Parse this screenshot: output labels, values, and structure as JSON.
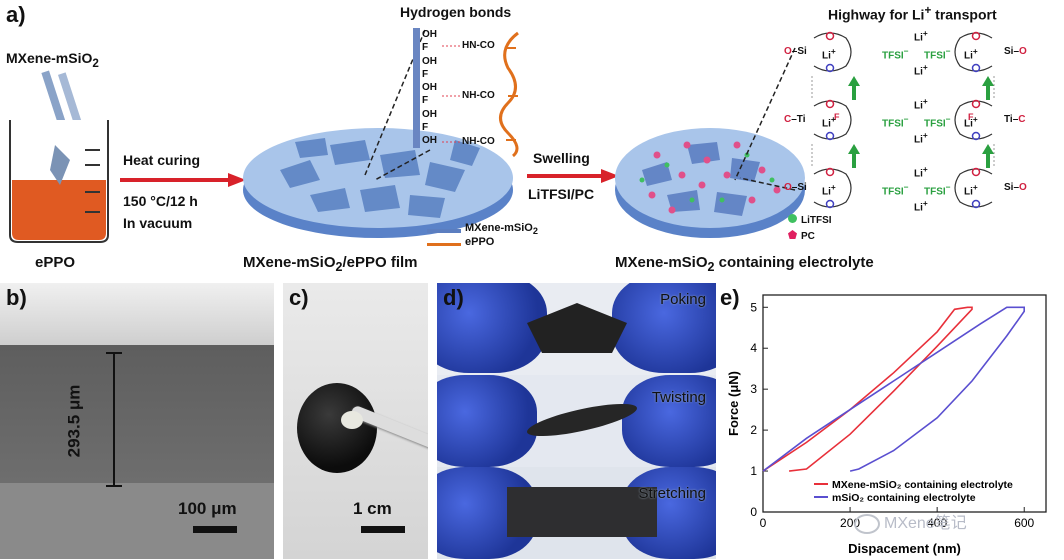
{
  "panel_a": {
    "label": "a)",
    "beaker_label": "MXene-mSiO",
    "beaker_label_sub": "2",
    "beaker_caption": "ePPO",
    "step1": {
      "line1": "Heat curing",
      "line2": "150 °C/12 h",
      "line3": "In vacuum"
    },
    "hbond_title": "Hydrogen bonds",
    "hbond_groups": [
      "OH",
      "F",
      "OH",
      "F",
      "OH",
      "F",
      "OH",
      "F",
      "OH"
    ],
    "hbond_links": [
      "HN-CO",
      "NH-CO",
      "NH-CO"
    ],
    "legend1": "MXene-mSiO",
    "legend1_sub": "2",
    "legend2": "ePPO",
    "film_caption": "MXene-mSiO",
    "film_caption_sub": "2",
    "film_caption_tail": "/ePPO film",
    "step2": {
      "line1": "Swelling",
      "line2": "LiTFSI/PC"
    },
    "highway_title": "Highway for Li",
    "highway_sup": "+",
    "highway_tail": " transport",
    "legend3": "LiTFSI",
    "legend4": "PC",
    "electrolyte_caption": "MXene-mSiO",
    "electrolyte_caption_sub": "2",
    "electrolyte_caption_tail": " containing electrolyte",
    "chem": {
      "li": "Li",
      "plus": "+",
      "tfsi": "TFSI",
      "minus": "−",
      "si": "Si",
      "ti": "Ti",
      "o": "O",
      "f": "F",
      "c": "C"
    }
  },
  "panel_b": {
    "label": "b)",
    "thickness": "293.5 μm",
    "scale": "100 μm"
  },
  "panel_c": {
    "label": "c)",
    "scale": "1 cm"
  },
  "panel_d": {
    "label": "d)",
    "modes": [
      "Poking",
      "Twisting",
      "Stretching"
    ]
  },
  "panel_e": {
    "label": "e)",
    "watermark": "MXene笔记"
  },
  "chart_data": {
    "type": "line",
    "xlabel": "Dispacement (nm)",
    "ylabel": "Force (μN)",
    "xlim": [
      0,
      650
    ],
    "ylim": [
      0,
      5.3
    ],
    "xticks": [
      "0",
      "200",
      "400",
      "600"
    ],
    "yticks": [
      "0",
      "1",
      "2",
      "3",
      "4",
      "5"
    ],
    "series": [
      {
        "name": "MXene-mSiO₂ containing electrolyte",
        "color": "#e8303a",
        "x": [
          0,
          100,
          200,
          300,
          400,
          440,
          470,
          480,
          480,
          400,
          300,
          200,
          100,
          60
        ],
        "y": [
          1.0,
          1.7,
          2.5,
          3.4,
          4.4,
          4.95,
          5.0,
          5.0,
          4.95,
          4.05,
          2.95,
          1.9,
          1.05,
          1.0
        ]
      },
      {
        "name": "mSiO₂ containing electrolyte",
        "color": "#5a4fd0",
        "x": [
          0,
          100,
          200,
          300,
          400,
          500,
          560,
          600,
          600,
          560,
          480,
          400,
          300,
          220,
          200
        ],
        "y": [
          1.0,
          1.8,
          2.5,
          3.2,
          3.9,
          4.6,
          5.0,
          5.0,
          4.9,
          4.3,
          3.2,
          2.3,
          1.5,
          1.05,
          1.0
        ]
      }
    ],
    "legend_position": "bottom-right",
    "grid": false
  }
}
